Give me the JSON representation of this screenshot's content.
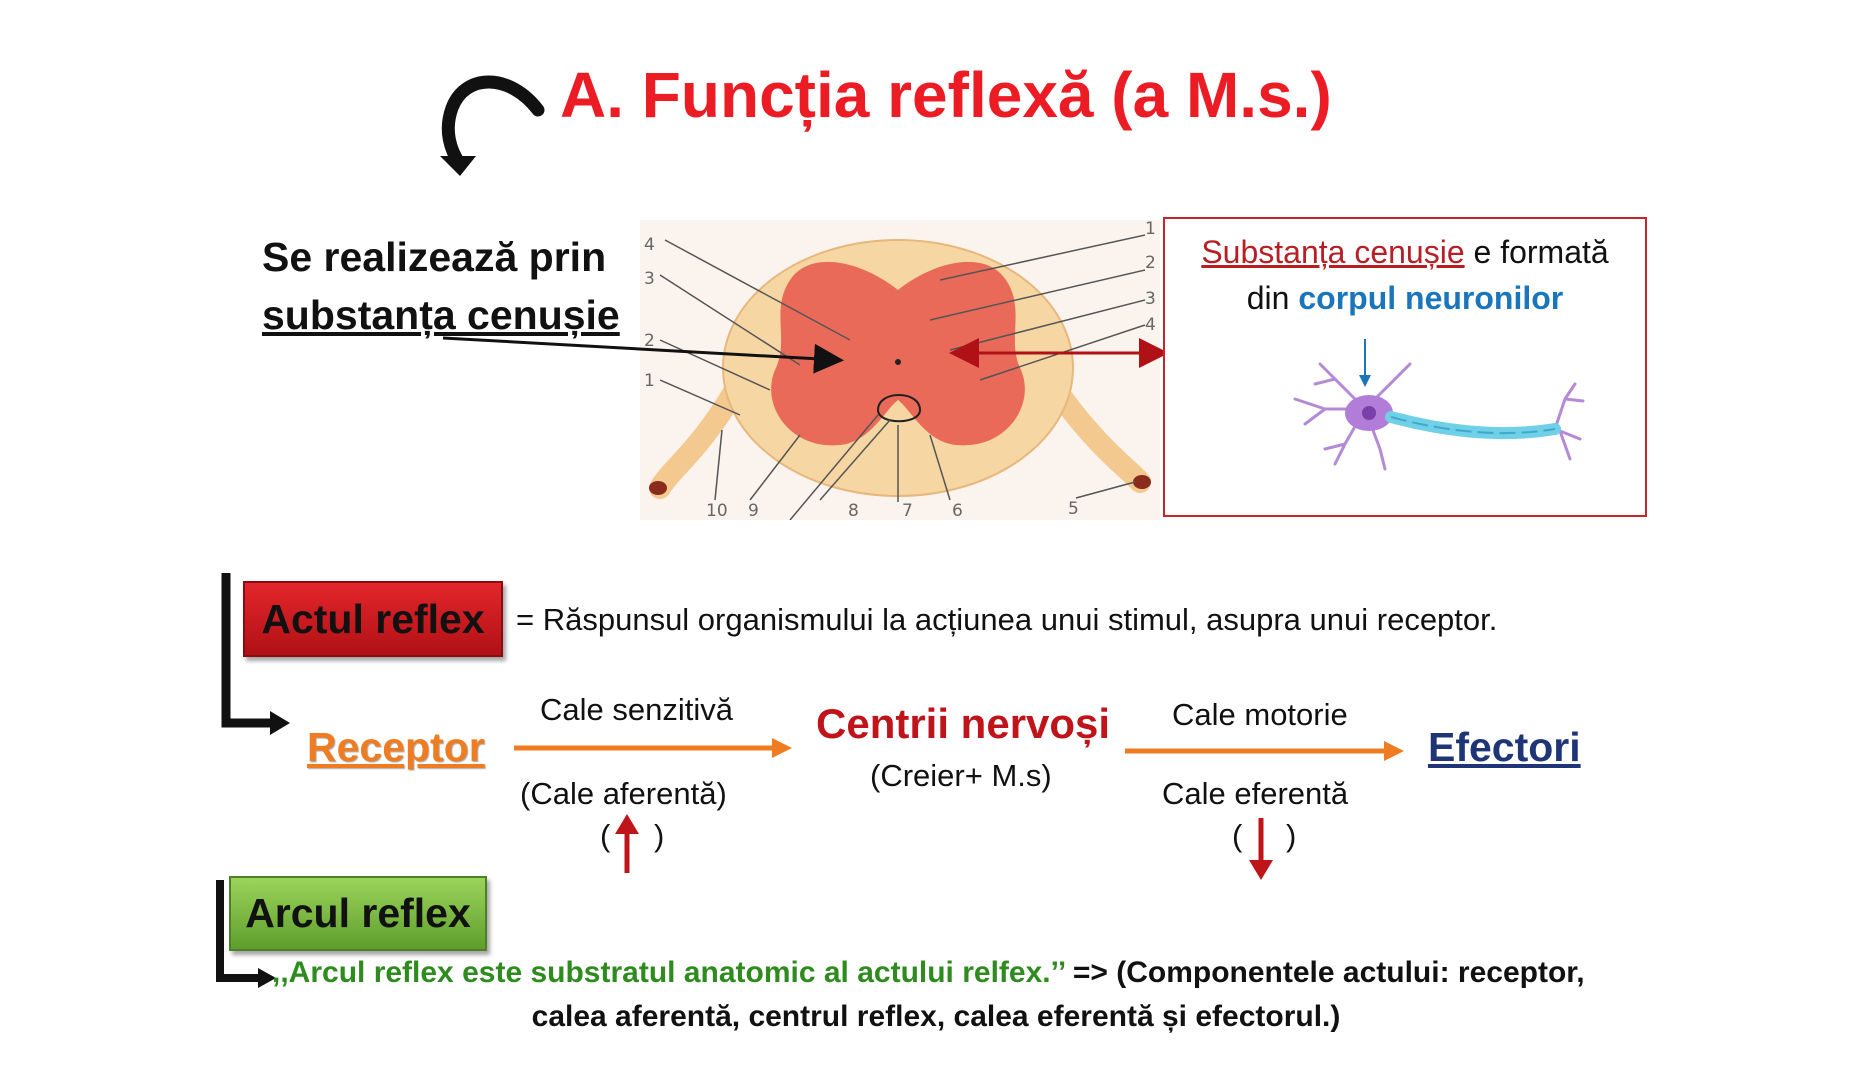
{
  "title": "A. Funcția reflexă (a M.s.)",
  "intro": {
    "line1": "Se realizează prin",
    "line2": "substanța cenușie"
  },
  "diagram_numbers": [
    "4",
    "3",
    "2",
    "1",
    "10",
    "9",
    "8",
    "7",
    "6",
    "5",
    "1",
    "2",
    "3",
    "4"
  ],
  "infobox": {
    "term": "Substanța cenușie",
    "text1": " e formată",
    "text2": "din ",
    "highlight": "corpul neuronilor"
  },
  "actul": {
    "label": "Actul reflex",
    "definition": "= Răspunsul organismului la acțiunea unui stimul, asupra unui receptor."
  },
  "flow": {
    "receptor": "Receptor",
    "cale_senzitiva": "Cale senzitivă",
    "cale_aferenta": "(Cale aferentă)",
    "paren_open": "(",
    "paren_close": ")",
    "centrii": "Centrii nervoși",
    "centrii_sub": "(Creier+ M.s)",
    "cale_motorie": "Cale motorie",
    "cale_eferenta": "Cale eferentă",
    "efectori": "Efectori"
  },
  "arcul": {
    "label": "Arcul reflex",
    "quote": ",,Arcul reflex este substratul anatomic al actului relfex.’’",
    "after": " => (Componentele actului: receptor,",
    "line2": "calea aferentă, centrul reflex, calea eferentă și efectorul.)"
  },
  "colors": {
    "title": "#ec1c24",
    "orange": "#f07c22",
    "darkred": "#c0141b",
    "navy": "#1f3575",
    "blue": "#1a75bb",
    "green": "#2e8b1e"
  }
}
